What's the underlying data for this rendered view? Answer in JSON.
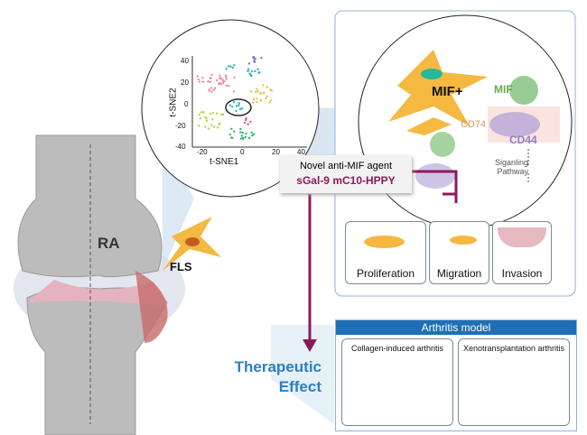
{
  "tsne": {
    "xlabel": "t-SNE1",
    "ylabel": "t-SNE2",
    "xticks": [
      "-20",
      "0",
      "20",
      "40"
    ],
    "yticks": [
      "40",
      "20",
      "0",
      "-20",
      "-40"
    ]
  },
  "joint": {
    "label": "RA",
    "cell_label": "FLS"
  },
  "mechanism": {
    "cell_label": "MIF+",
    "mif": "MIF",
    "cd74": "CD74",
    "cd44": "CD44",
    "pathway": "Siganling Pathway"
  },
  "agent": {
    "line1": "Novel anti-MIF agent",
    "line2": "sGal-9 mC10-HPPY"
  },
  "effects": [
    "Proliferation",
    "Migration",
    "Invasion"
  ],
  "therapeutic": {
    "line1": "Therapeutic",
    "line2": "Effect"
  },
  "arthritis": {
    "title": "Arthritis model",
    "models": [
      "Collagen-induced arthritis",
      "Xenotransplantation arthritis"
    ]
  },
  "colors": {
    "accent": "#1f6fb5",
    "agent": "#8b1a5a",
    "cell": "#f5b841",
    "panel_border": "#8fb3d3"
  }
}
